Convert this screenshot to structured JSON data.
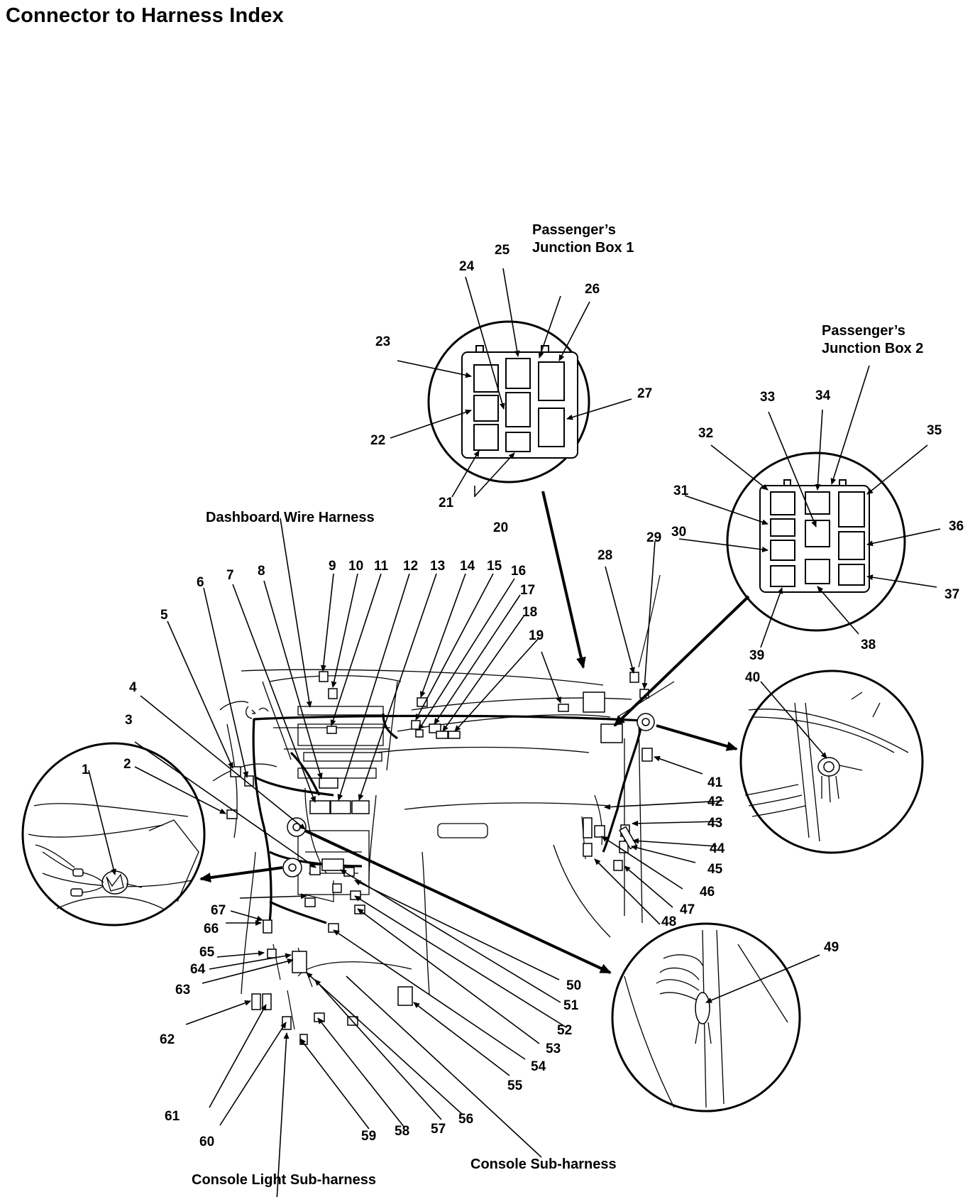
{
  "page": {
    "title": "Connector to Harness Index"
  },
  "labels": {
    "pjb1_line1": "Passenger’s",
    "pjb1_line2": "Junction Box 1",
    "pjb2_line1": "Passenger’s",
    "pjb2_line2": "Junction Box 2",
    "dashboard": "Dashboard Wire Harness",
    "console_light": "Console Light Sub-harness",
    "console_sub": "Console Sub-harness"
  },
  "callouts": [
    "1",
    "2",
    "3",
    "4",
    "5",
    "6",
    "7",
    "8",
    "9",
    "10",
    "11",
    "12",
    "13",
    "14",
    "15",
    "16",
    "17",
    "18",
    "19",
    "20",
    "21",
    "22",
    "23",
    "24",
    "25",
    "26",
    "27",
    "28",
    "29",
    "30",
    "31",
    "32",
    "33",
    "34",
    "35",
    "36",
    "37",
    "38",
    "39",
    "40",
    "41",
    "42",
    "43",
    "44",
    "45",
    "46",
    "47",
    "48",
    "49",
    "50",
    "51",
    "52",
    "53",
    "54",
    "55",
    "56",
    "57",
    "58",
    "59",
    "60",
    "61",
    "62",
    "63",
    "64",
    "65",
    "66",
    "67"
  ]
}
